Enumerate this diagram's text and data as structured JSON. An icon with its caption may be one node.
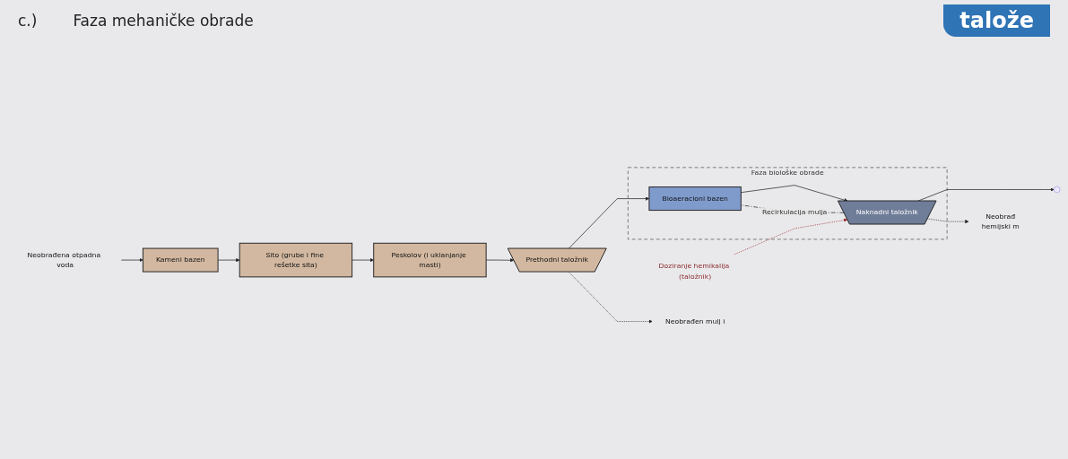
{
  "diagram": {
    "nodes": [
      {
        "text": [
          "Neobrađena otpadna voda"
        ]
      },
      {
        "text": [
          "Kameni bazen"
        ]
      },
      {
        "text": [
          "Sito (grube i fine rešetke sita)"
        ]
      },
      {
        "text": [
          "Peskolov (i uklanjanje masti)"
        ]
      },
      {
        "text": [
          "Prethodni taložnik"
        ]
      },
      {
        "text": [
          "Faza biološke obrade"
        ]
      },
      {
        "text": [
          "Bioaeracioni bazen"
        ],
        "in": 5
      },
      {
        "text": [
          "Naknadni taložnik"
        ],
        "in": 5
      },
      {
        "text": [
          "Neobrađen mulj i"
        ]
      },
      {
        "text": [
          "Doziranje hemikalija (taložnik)"
        ]
      },
      {
        "text": [
          "Neobrađ",
          "hemijski m"
        ]
      }
    ],
    "edges": [
      {
        "from": 0,
        "to": 1,
        "arrow": "to"
      },
      {
        "from": 1,
        "to": 2,
        "arrow": "to"
      },
      {
        "from": 2,
        "to": 3,
        "arrow": "to"
      },
      {
        "from": 3,
        "to": 4,
        "arrow": "to"
      },
      {
        "from": 4,
        "to": 6,
        "arrow": "to"
      },
      {
        "from": 6,
        "to": 7,
        "arrow": "to"
      },
      {
        "from": 7,
        "to": null,
        "arrow": "to"
      },
      {
        "from": 4,
        "to": 8,
        "arrow": "to",
        "style": "dashed"
      },
      {
        "from": 7,
        "to": 6,
        "arrow": "none",
        "style": "dashed",
        "label": "Recirkulacija mulja"
      },
      {
        "from": 9,
        "to": 7,
        "arrow": "to",
        "style": "dashed",
        "color": "#9b2c2c"
      },
      {
        "from": 7,
        "to": 10,
        "arrow": "to",
        "style": "dashed"
      }
    ],
    "labels": [
      "c.)",
      "Faza mehaničke obrade",
      "talože"
    ]
  }
}
